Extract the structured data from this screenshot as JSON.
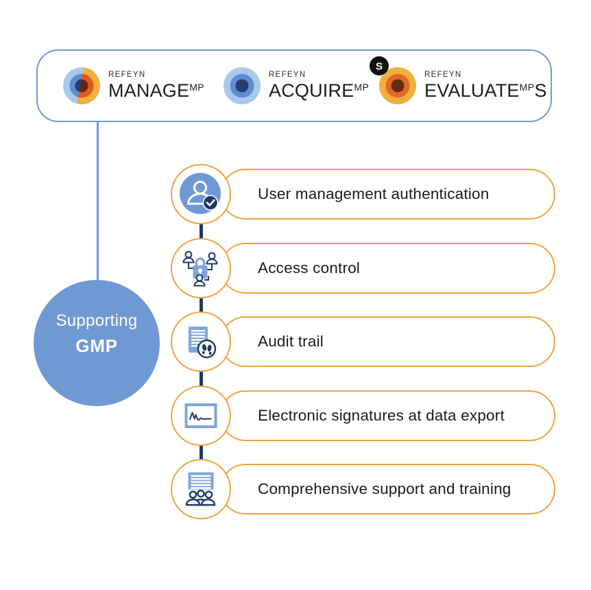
{
  "suite": {
    "products": [
      {
        "brand": "REFEYN",
        "name": "MANAGE",
        "sup": "MP",
        "suffix": ""
      },
      {
        "brand": "REFEYN",
        "name": "ACQUIRE",
        "sup": "MP",
        "suffix": ""
      },
      {
        "brand": "REFEYN",
        "name": "EVALUATE",
        "sup": "MP",
        "suffix": "S",
        "badge": "S"
      }
    ]
  },
  "hub": {
    "line1": "Supporting",
    "line2": "GMP"
  },
  "features": [
    {
      "label": "User management authentication",
      "icon": "user-check-icon"
    },
    {
      "label": "Access control",
      "icon": "access-lock-icon"
    },
    {
      "label": "Audit trail",
      "icon": "audit-footprints-icon"
    },
    {
      "label": "Electronic signatures at data export",
      "icon": "signature-icon"
    },
    {
      "label": "Comprehensive support and training",
      "icon": "training-icon"
    }
  ],
  "colors": {
    "box_border_blue": "#6D9AD6",
    "hub_blue": "#6F99D3",
    "pill_border_orange": "#F0A23C",
    "icon_navy": "#1F3864",
    "icon_light_blue": "#7FA6DB",
    "text_dark": "#1B1B1B",
    "logo_light_blue": "#A9C9EC",
    "logo_mid_blue": "#5B8CCE",
    "logo_navy": "#243C6E",
    "logo_gold": "#EFB13D",
    "logo_orange_red": "#E0591F",
    "logo_maroon": "#5E2515",
    "logo_eval_orange": "#E4672A",
    "logo_eval_brown": "#662B10",
    "badge_black": "#111111"
  }
}
